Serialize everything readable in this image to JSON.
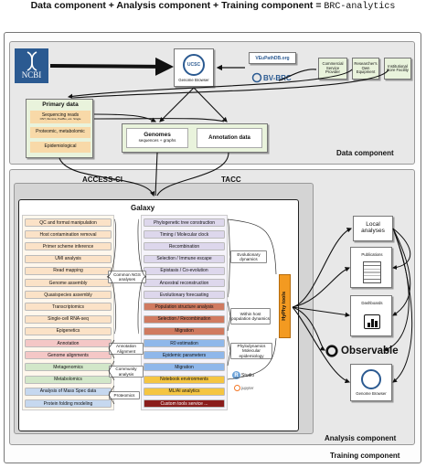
{
  "title": {
    "prefix": "Data component + Analysis component + Training component = ",
    "brand": "BRC-analytics"
  },
  "sources": {
    "ncbi": "NCBI",
    "ucsc_logo": "UCSC",
    "genome_browser": "Genome Browser",
    "vectorbase": "VEuPathDB.org",
    "bvbrc": "BV-BRC",
    "external": [
      "Commercial Service Provider",
      "Researcher's Own Equipment",
      "Institutional Core Facility"
    ]
  },
  "primary_data": {
    "title": "Primary data",
    "items": [
      {
        "label": "Sequencing reads",
        "sub": "ONT, Illumina, PacBio, etc. Single"
      },
      {
        "label": "Proteomic, metabolomic",
        "sub": ""
      },
      {
        "label": "Epidemiological",
        "sub": ""
      }
    ]
  },
  "genomes": {
    "title": "Genomes",
    "sub": "sequences + graphs"
  },
  "annotation_data": "Annotation data",
  "data_component_label": "Data component",
  "compute": {
    "access_ci": "ACCESS-CI",
    "tacc": "TACC"
  },
  "galaxy": {
    "title": "Galaxy",
    "left_tools": [
      {
        "label": "QC and format manipulation",
        "color": "peach"
      },
      {
        "label": "Host contamination removal",
        "color": "peach"
      },
      {
        "label": "Primer scheme inference",
        "color": "peach"
      },
      {
        "label": "UMI analysis",
        "color": "peach"
      },
      {
        "label": "Read mapping",
        "color": "peach"
      },
      {
        "label": "Genome assembly",
        "color": "peach"
      },
      {
        "label": "Quasispecies assembly",
        "color": "peach"
      },
      {
        "label": "Transcriptomics",
        "color": "peach"
      },
      {
        "label": "Single-cell RNA-seq",
        "color": "peach"
      },
      {
        "label": "Epigenetics",
        "color": "peach"
      },
      {
        "label": "Annotation",
        "color": "pink"
      },
      {
        "label": "Genome alignments",
        "color": "pink"
      },
      {
        "label": "Metagenomics",
        "color": "green"
      },
      {
        "label": "Metabolomics",
        "color": "green"
      },
      {
        "label": "Analysis of Mass Spec data",
        "color": "blue"
      },
      {
        "label": "Protein folding modeling",
        "color": "blue"
      }
    ],
    "right_tools": [
      {
        "label": "Phylogenetic tree construction",
        "color": "lav"
      },
      {
        "label": "Timing / Molecular clock",
        "color": "lav"
      },
      {
        "label": "Recombination",
        "color": "lav"
      },
      {
        "label": "Selection / Immune escape",
        "color": "lav"
      },
      {
        "label": "Epistasis / Co-evolution",
        "color": "lav"
      },
      {
        "label": "Ancestral reconstruction",
        "color": "lav"
      },
      {
        "label": "Evolutionary forecasting",
        "color": "lav"
      },
      {
        "label": "Population structure analysis",
        "color": "rust"
      },
      {
        "label": "Selection / Recombination",
        "color": "rust"
      },
      {
        "label": "Migration",
        "color": "rust"
      },
      {
        "label": "R0 estimation",
        "color": "sky"
      },
      {
        "label": "Epidemic parameters",
        "color": "sky"
      },
      {
        "label": "Migration",
        "color": "sky"
      },
      {
        "label": "Notebook environments",
        "color": "gold"
      },
      {
        "label": "ML/AI analytics",
        "color": "gold"
      },
      {
        "label": "Custom tools service ...",
        "color": "maroon"
      }
    ],
    "groups": {
      "common_ngs": "Common NGS analyses",
      "annotation_alignment": "Annotation Alignment",
      "community": "Community analysis",
      "proteomics": "Proteomics",
      "evolutionary": "Evolutionary dynamics",
      "within_host": "Within host population dynamics",
      "phylodynamics": "Phylodynamics Molecular epidemiology"
    },
    "rstudio": "Studio",
    "jupyter": "jupyter",
    "hyphy": "HyPhy tools"
  },
  "outputs": {
    "local": "Local analyses",
    "publications": "Publications",
    "dashboards": "Dashboards",
    "observable": "Observable",
    "genome_browser": "Genome Browser"
  },
  "analysis_component_label": "Analysis component",
  "training_component_label": "Training component"
}
